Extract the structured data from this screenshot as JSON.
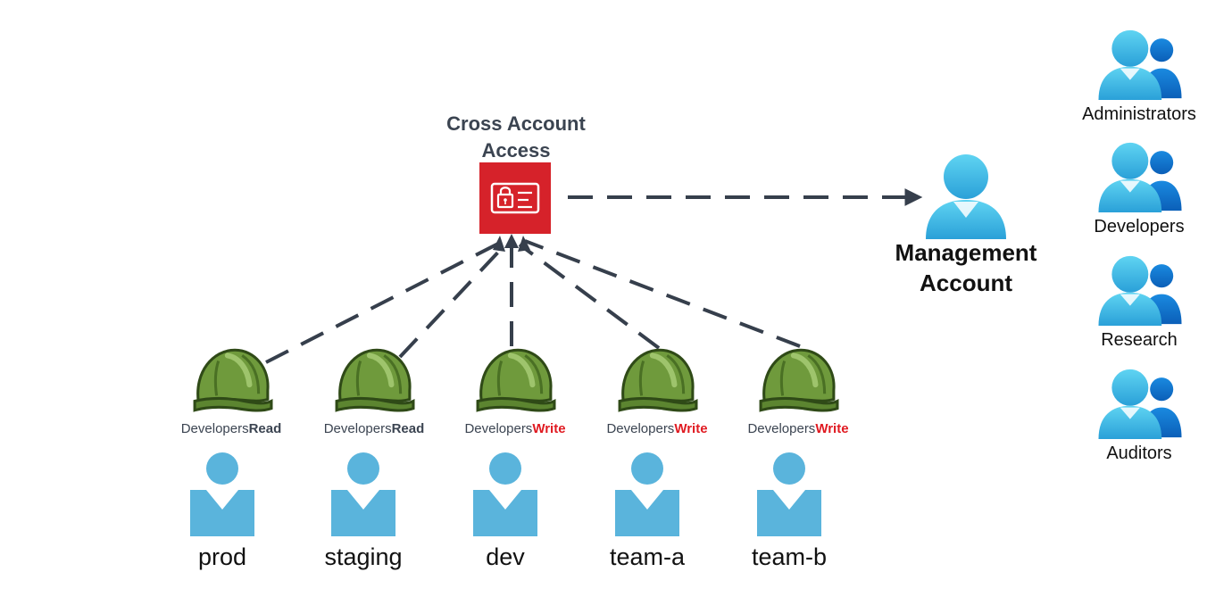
{
  "cross_account": {
    "title_line1": "Cross Account",
    "title_line2": "Access",
    "color": "#d6222a"
  },
  "management": {
    "line1": "Management",
    "line2": "Account"
  },
  "roles": [
    {
      "prefix": "Developers",
      "suffix": "Read",
      "suffix_color": "#3b4451",
      "account": "prod"
    },
    {
      "prefix": "Developers",
      "suffix": "Read",
      "suffix_color": "#3b4451",
      "account": "staging"
    },
    {
      "prefix": "Developers",
      "suffix": "Write",
      "suffix_color": "#e01b22",
      "account": "dev"
    },
    {
      "prefix": "Developers",
      "suffix": "Write",
      "suffix_color": "#e01b22",
      "account": "team-a"
    },
    {
      "prefix": "Developers",
      "suffix": "Write",
      "suffix_color": "#e01b22",
      "account": "team-b"
    }
  ],
  "groups": [
    {
      "label": "Administrators"
    },
    {
      "label": "Developers"
    },
    {
      "label": "Research"
    },
    {
      "label": "Auditors"
    }
  ],
  "colors": {
    "helmet": "#6f9a3c",
    "account_user": "#5ab4dc",
    "arrow": "#363f4c"
  }
}
